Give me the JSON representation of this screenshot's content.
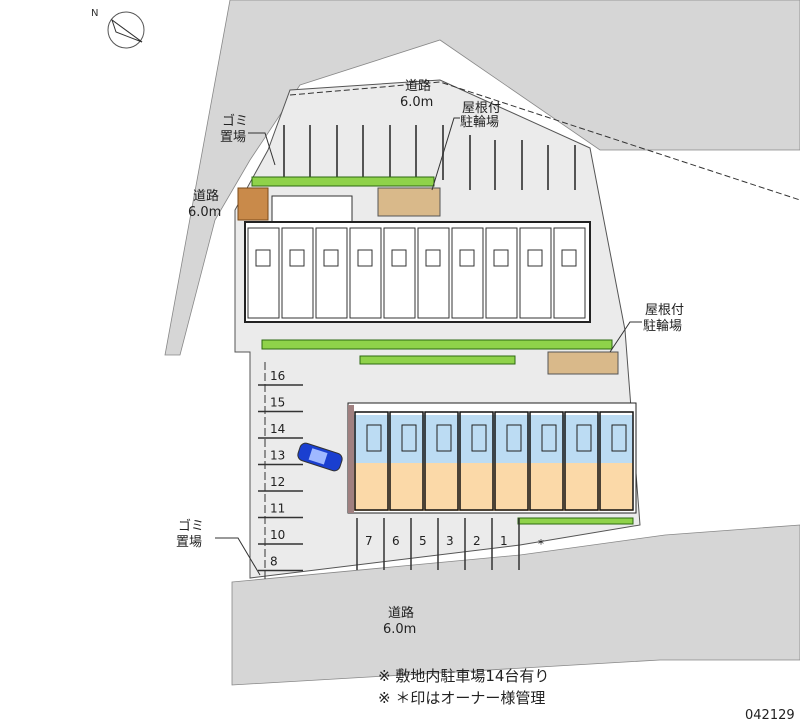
{
  "labels": {
    "road_top": [
      "道路",
      "6.0m"
    ],
    "road_left": [
      "道路",
      "6.0m"
    ],
    "road_bottom": [
      "道路",
      "6.0m"
    ],
    "garbage_top": [
      "ゴミ",
      "置場"
    ],
    "garbage_bottom": [
      "ゴミ",
      "置場"
    ],
    "bike_top": [
      "屋根付",
      "駐輪場"
    ],
    "bike_right": [
      "屋根付",
      "駐輪場"
    ]
  },
  "parking_left": [
    "16",
    "15",
    "14",
    "13",
    "12",
    "11",
    "10",
    "8"
  ],
  "parking_bottom": [
    "7",
    "6",
    "5",
    "3",
    "2",
    "1"
  ],
  "owner_mark": "*",
  "notes": [
    "※ 敷地内駐車場14台有り",
    "※ ＊印はオーナー様管理"
  ],
  "code": "042129",
  "colors": {
    "road": "#d6d6d6",
    "lot": "#ebebeb",
    "unit_blue": "#bcdcf3",
    "unit_peach": "#fbd9a8",
    "green": "#8fd24a",
    "bike": "#d9b98a",
    "car": "#1a3fd0"
  }
}
